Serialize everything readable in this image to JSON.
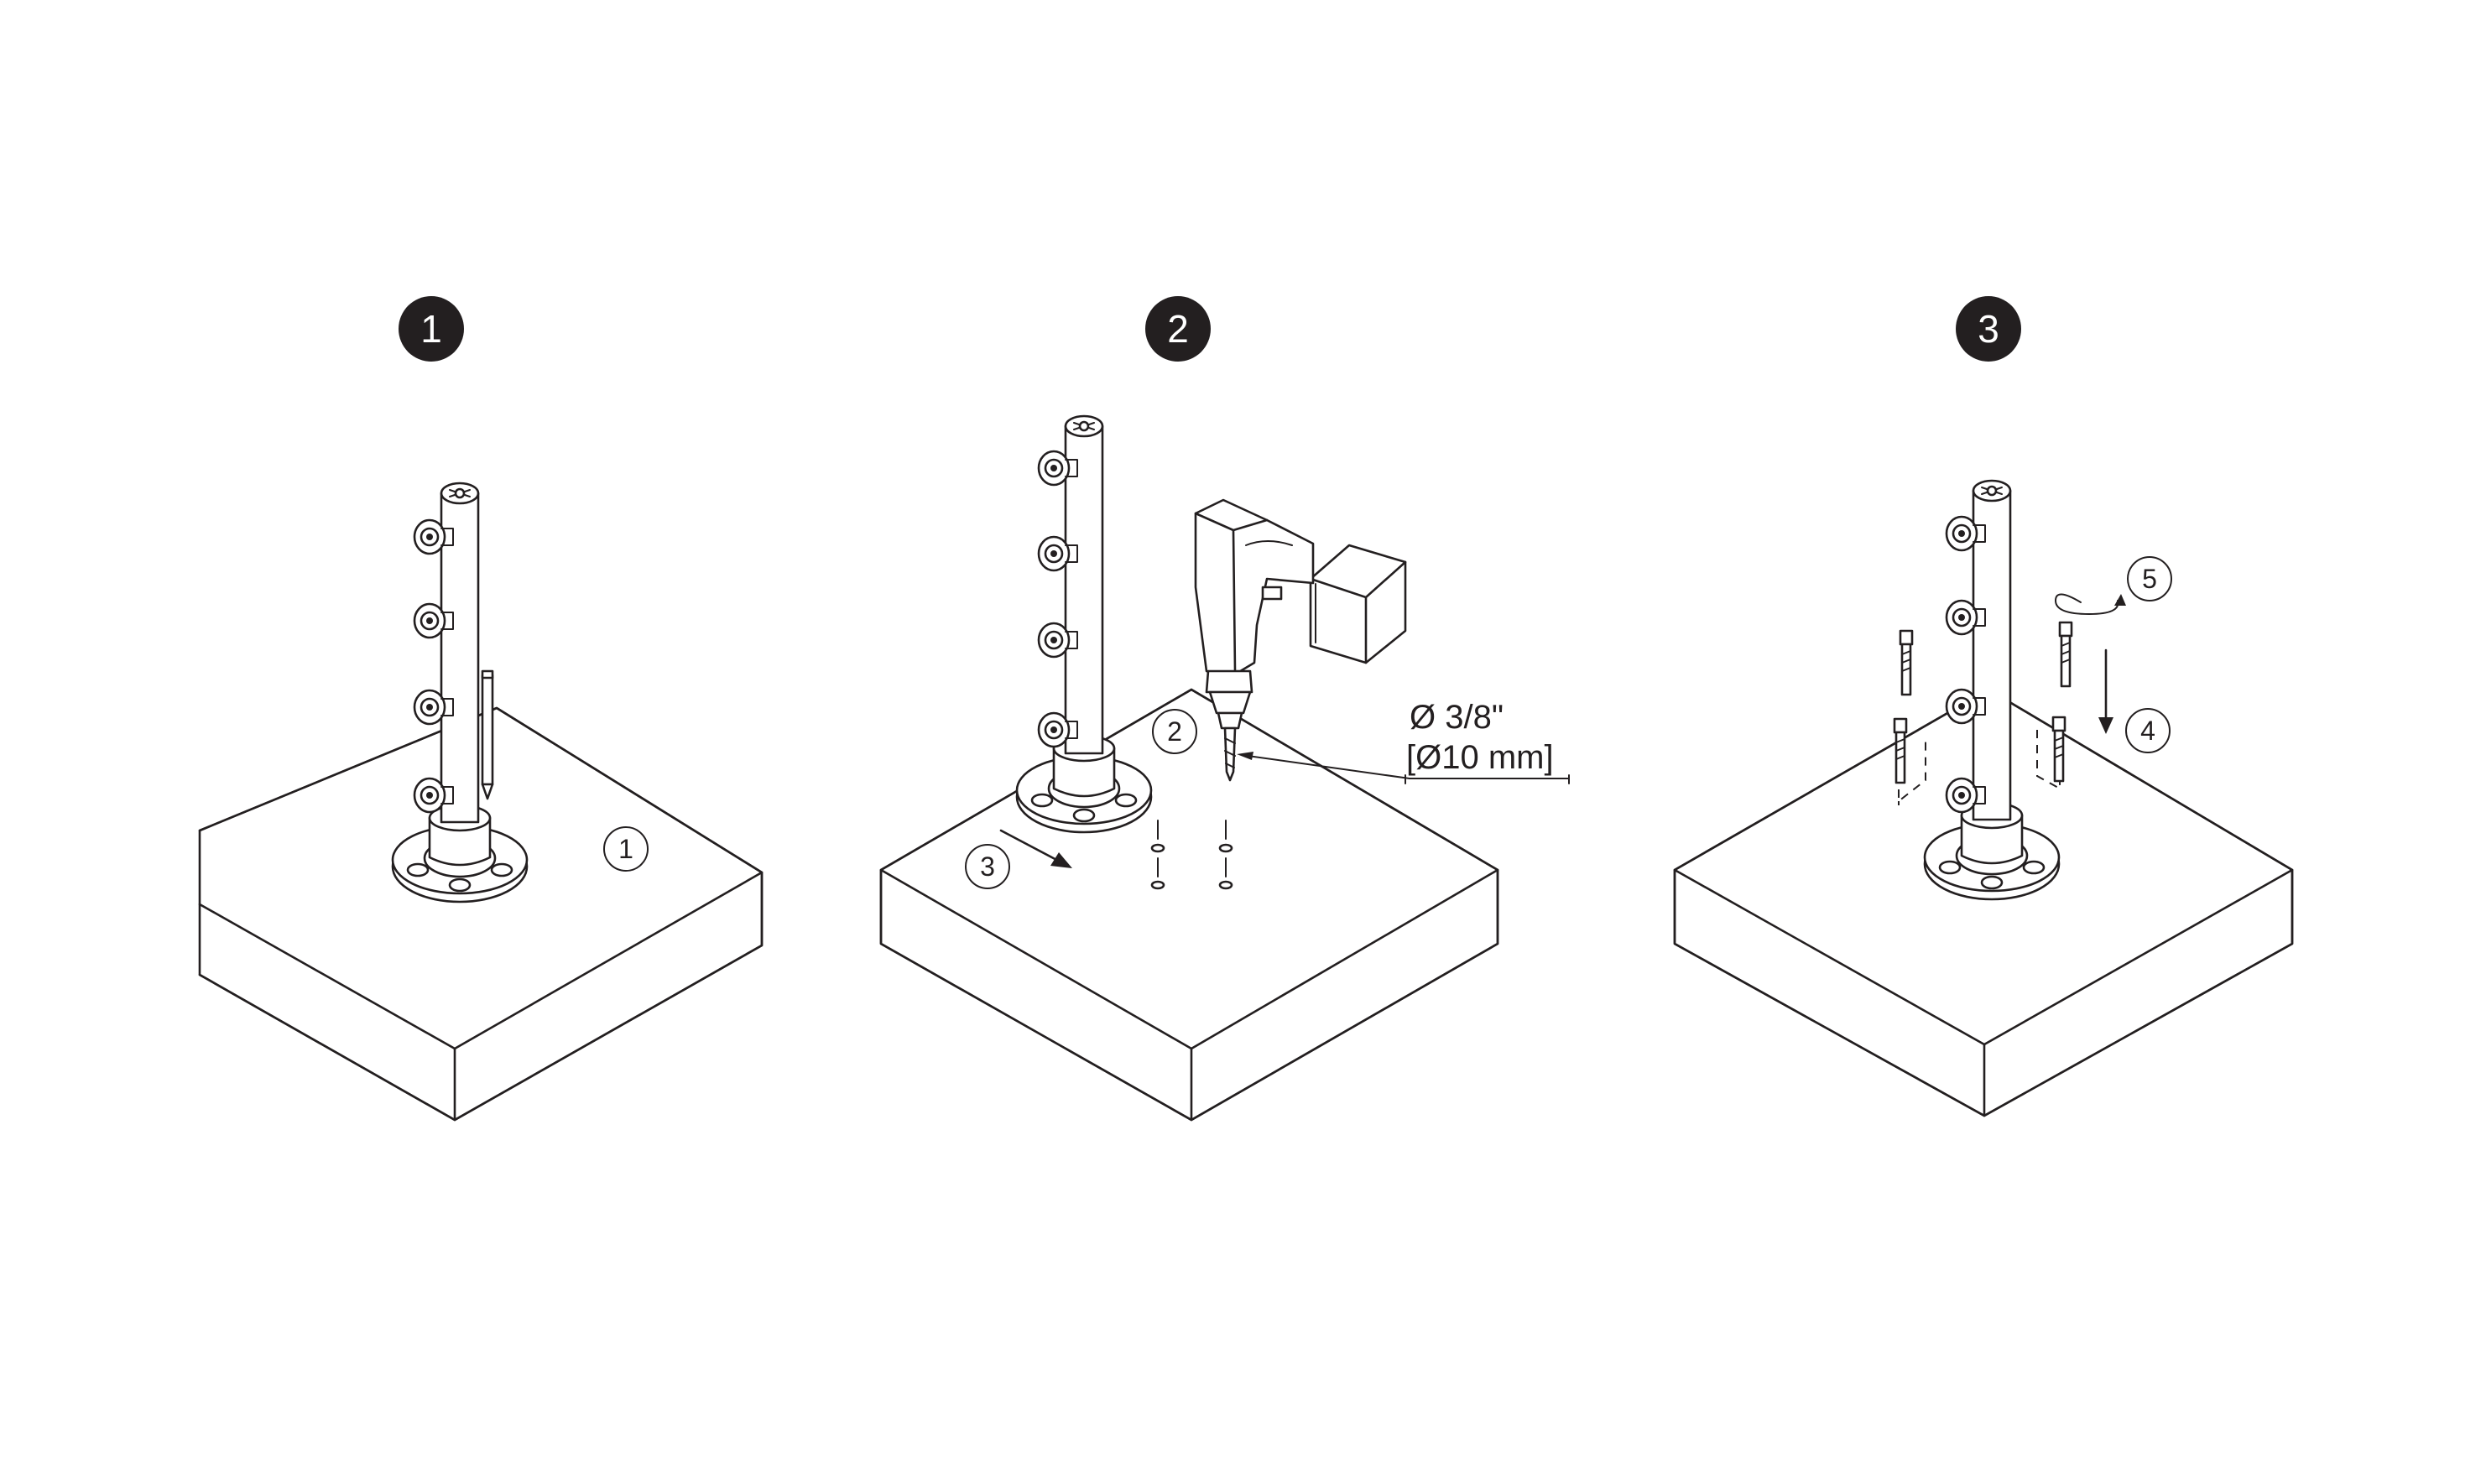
{
  "steps": [
    {
      "number": "1",
      "substeps": [
        "1"
      ]
    },
    {
      "number": "2",
      "substeps": [
        "2",
        "3"
      ],
      "drill_size_imperial": "Ø 3/8\"",
      "drill_size_metric": "[Ø10 mm]"
    },
    {
      "number": "3",
      "substeps": [
        "5",
        "4"
      ]
    }
  ],
  "colors": {
    "ink": "#231f20",
    "background": "#ffffff"
  }
}
